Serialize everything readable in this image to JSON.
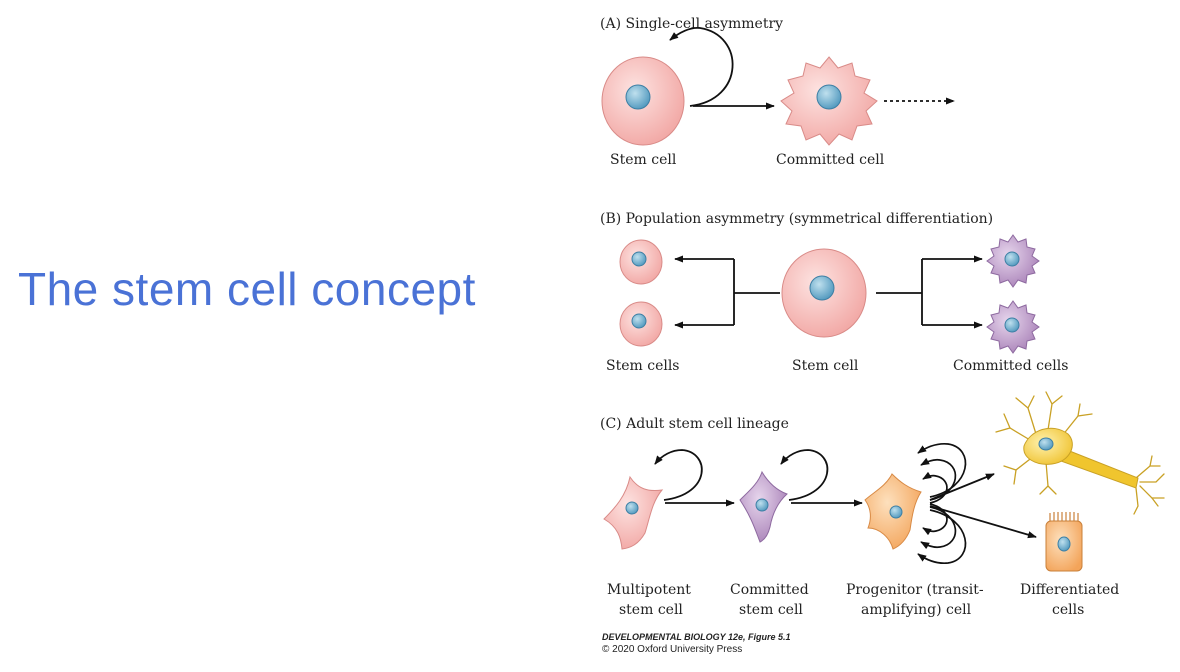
{
  "slide": {
    "title": "The stem cell concept"
  },
  "panelA": {
    "heading": "(A)  Single-cell asymmetry",
    "stem_label": "Stem cell",
    "committed_label": "Committed cell"
  },
  "panelB": {
    "heading": "(B)  Population asymmetry (symmetrical differentiation)",
    "left_label": "Stem cells",
    "center_label": "Stem cell",
    "right_label": "Committed cells"
  },
  "panelC": {
    "heading": "(C)  Adult stem cell lineage",
    "multipotent_line1": "Multipotent",
    "multipotent_line2": "stem cell",
    "committed_line1": "Committed",
    "committed_line2": "stem cell",
    "progenitor_line1": "Progenitor (transit-",
    "progenitor_line2": "amplifying) cell",
    "differentiated_line1": "Differentiated",
    "differentiated_line2": "cells"
  },
  "credit": {
    "line1": "DEVELOPMENTAL BIOLOGY 12e, Figure 5.1",
    "line2": "© 2020 Oxford University Press"
  },
  "colors": {
    "title": "#4a72d6",
    "stem_pink": "#f6b3b0",
    "committed_purple": "#b99ac4",
    "progenitor_orange": "#f8bc7c",
    "neuron_yellow": "#f2cf3a",
    "nucleus_blue": "#7fb9d3"
  }
}
